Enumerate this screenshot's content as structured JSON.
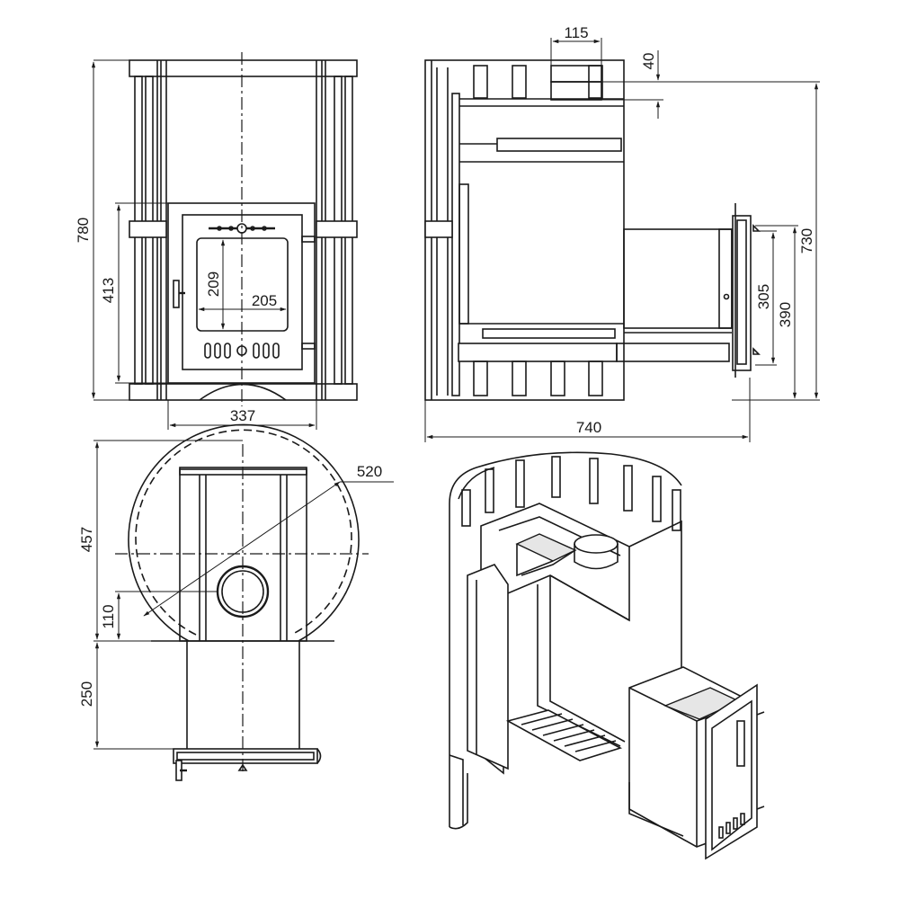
{
  "dimensions": {
    "front_height": "780",
    "door_height": "413",
    "glass_height": "209",
    "glass_width": "205",
    "front_width": "337",
    "chimney_width": "115",
    "chimney_offset": "40",
    "side_height": "730",
    "feed_height": "390",
    "feed_opening": "305",
    "side_depth": "740",
    "top_diameter": "520",
    "top_depth": "457",
    "flue_offset": "110",
    "tunnel_length": "250"
  }
}
